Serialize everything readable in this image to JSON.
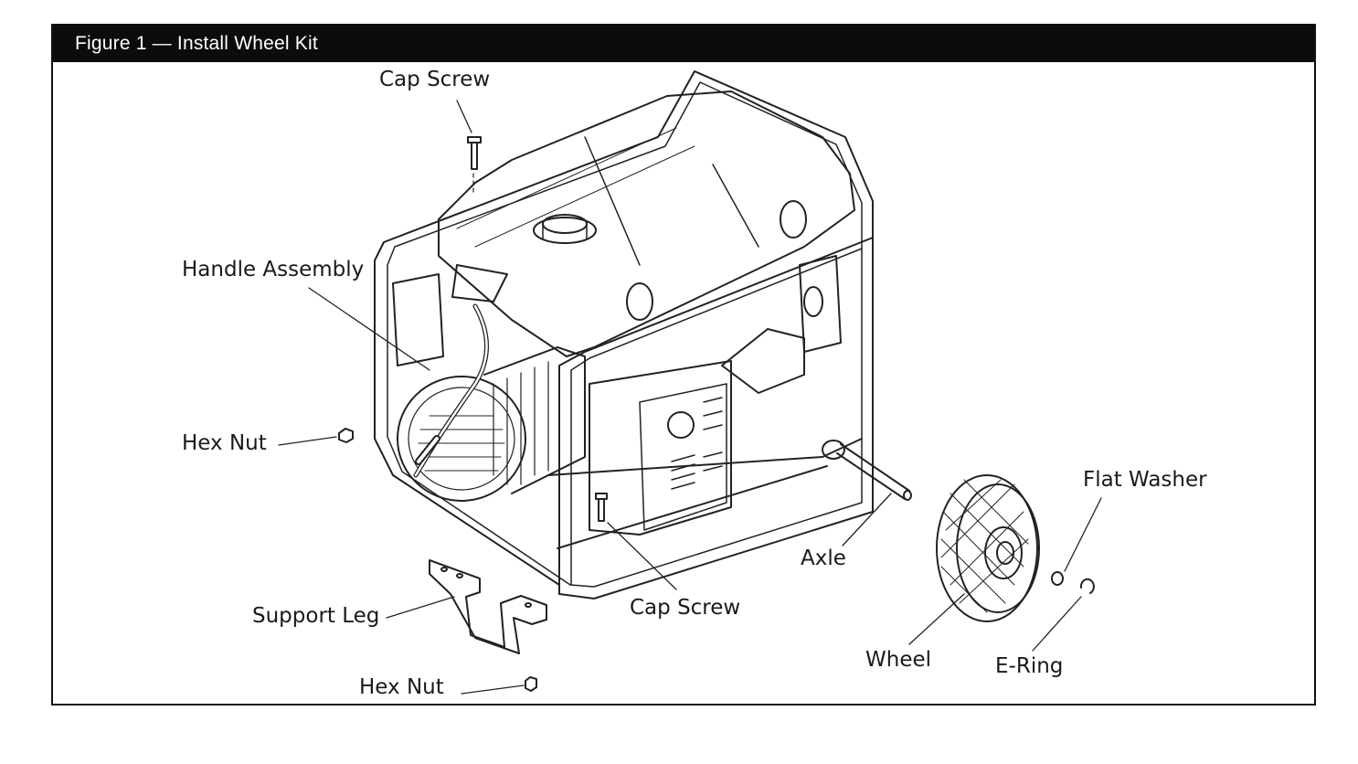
{
  "figure": {
    "title": "Figure 1 — Install Wheel Kit"
  },
  "callouts": {
    "cap_screw_top": "Cap Screw",
    "handle_assembly": "Handle Assembly",
    "hex_nut_left": "Hex Nut",
    "support_leg": "Support Leg",
    "hex_nut_bottom": "Hex Nut",
    "cap_screw_bottom": "Cap Screw",
    "axle": "Axle",
    "wheel": "Wheel",
    "e_ring": "E-Ring",
    "flat_washer": "Flat Washer"
  },
  "colors": {
    "line": "#222222",
    "titlebar": "#0c0c0c",
    "title_text": "#ffffff"
  }
}
